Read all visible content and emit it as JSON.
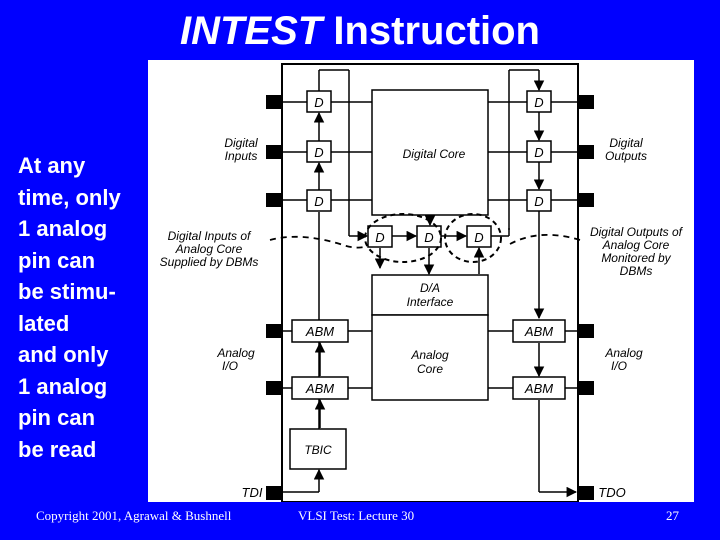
{
  "slide": {
    "title_italic": "INTEST",
    "title_rest": " Instruction",
    "side_lines": [
      "At any",
      "time, only",
      "1 analog",
      "pin can",
      "be stimu-",
      "lated",
      "and only",
      "1 analog",
      "pin can",
      "be read"
    ]
  },
  "diagram": {
    "labels": {
      "digital_inputs": [
        "Digital",
        "Inputs"
      ],
      "digital_outputs": [
        "Digital",
        "Outputs"
      ],
      "dig_in_analog": [
        "Digital Inputs of",
        "Analog Core",
        "Supplied by DBMs"
      ],
      "dig_out_analog": [
        "Digital Outputs of",
        "Analog Core",
        "Monitored by",
        "DBMs"
      ],
      "analog_io_left": [
        "Analog",
        "I/O"
      ],
      "analog_io_right": [
        "Analog",
        "I/O"
      ],
      "tdi": "TDI",
      "tdo": "TDO"
    },
    "blocks": {
      "d": "D",
      "digital_core": "Digital Core",
      "da_interface": [
        "D/A",
        "Interface"
      ],
      "abm": "ABM",
      "analog_core": [
        "Analog",
        "Core"
      ],
      "tbic": "TBIC"
    }
  },
  "footer": {
    "copyright": "Copyright 2001, Agrawal & Bushnell",
    "course": "VLSI Test: Lecture 30",
    "page": "27"
  }
}
